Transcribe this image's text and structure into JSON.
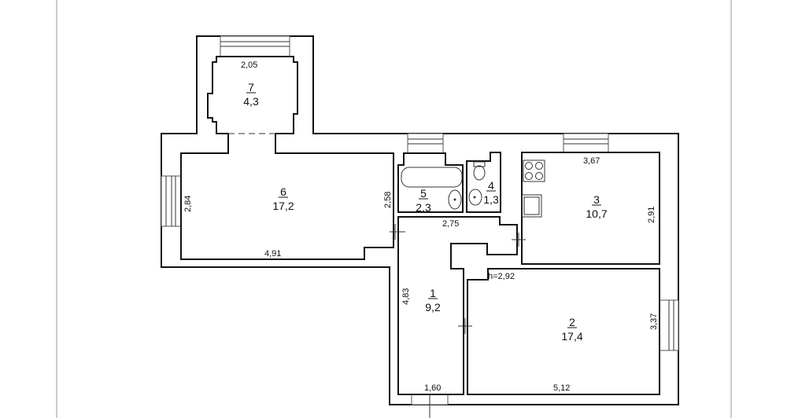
{
  "plan": {
    "ceiling_height": "h=2,92",
    "rooms": [
      {
        "number": "1",
        "area": "9,2",
        "dims": [
          "4,83",
          "1,60"
        ]
      },
      {
        "number": "2",
        "area": "17,4",
        "dims": [
          "3,37",
          "5,12"
        ]
      },
      {
        "number": "3",
        "area": "10,7",
        "dims": [
          "3,67",
          "2,91"
        ]
      },
      {
        "number": "4",
        "area": "1,3",
        "dims": []
      },
      {
        "number": "5",
        "area": "2,3",
        "dims": [
          "2,75"
        ]
      },
      {
        "number": "6",
        "area": "17,2",
        "dims": [
          "2,84",
          "2,58",
          "4,91"
        ]
      },
      {
        "number": "7",
        "area": "4,3",
        "dims": [
          "2,05"
        ]
      }
    ]
  }
}
